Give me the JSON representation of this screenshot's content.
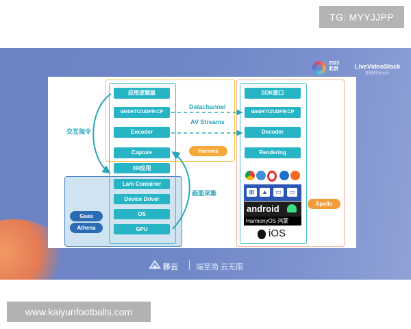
{
  "tag": "TG: MYYJJPP",
  "watermark": "www.kaiyunfootballs.com",
  "logo": {
    "year": "2022",
    "city": "北京",
    "brand": "LiveVideoStack",
    "sub": "音视频技术大会"
  },
  "left_stack": [
    "应用逻辑层",
    "WebRTC/UDP/KCP",
    "Encoder",
    "Capture",
    "XR应用",
    "Lark Container",
    "Device Driver",
    "OS",
    "GPU"
  ],
  "right_stack": [
    "SDK接口",
    "WebRTC/UDP/KCP",
    "Decoder",
    "Rendering"
  ],
  "labels": {
    "datachannel": "Datachannel",
    "av_streams": "AV Streams",
    "hermes": "Hermes",
    "interaction": "交互指令",
    "capture_cn": "画面采集",
    "gaea": "Gaea",
    "athena": "Athena",
    "apollo": "Apollo"
  },
  "platforms": {
    "android": "android",
    "harmony": "HarmonyOS 鸿蒙",
    "ios": "iOS"
  },
  "footer": {
    "brand": "移云",
    "slogan": "端至简 云无限"
  },
  "colors": {
    "teal": "#27b4c5",
    "yellow": "#f7c550",
    "orange": "#f39c3a",
    "blue": "#2a6bb3"
  }
}
